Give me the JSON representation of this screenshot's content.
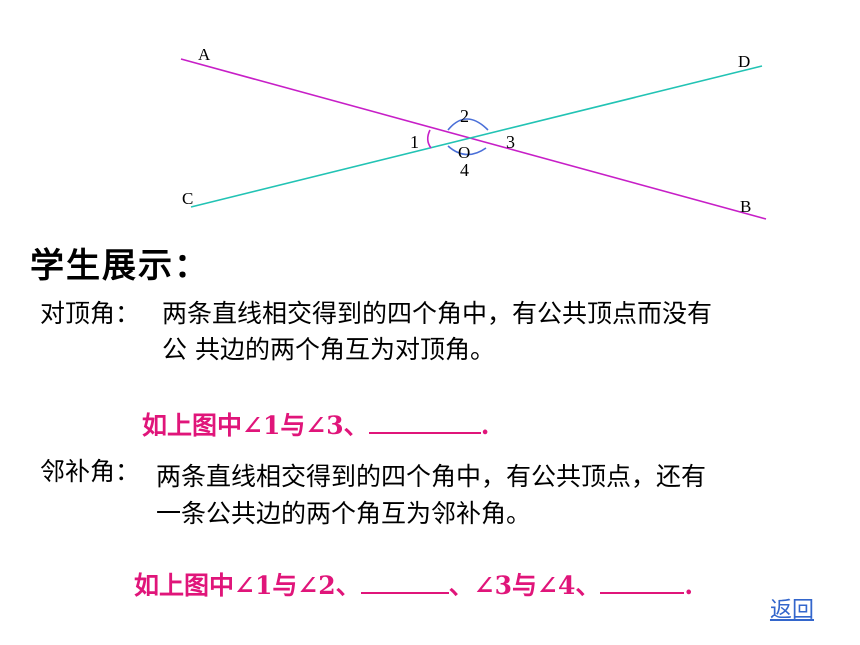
{
  "diagram": {
    "points": {
      "A": "A",
      "B": "B",
      "C": "C",
      "D": "D",
      "O": "O"
    },
    "angles": {
      "a1": "1",
      "a2": "2",
      "a3": "3",
      "a4": "4"
    },
    "colors": {
      "line_ab": "#c71fc7",
      "line_cd": "#22c3b4",
      "arc": "#4a6fd8"
    }
  },
  "section_title": "学生展示：",
  "vertical_angles": {
    "term": "对顶角：",
    "line1": "两条直线相交得到的四个角中，有公共顶点而没有",
    "line2": "公 共边的两个角互为对顶角。",
    "example_prefix": "如上图中∠1与∠3、",
    "example_suffix": "."
  },
  "adjacent_supplementary": {
    "term": "邻补角：",
    "line1": "两条直线相交得到的四个角中，有公共顶点，还有",
    "line2": "一条公共边的两个角互为邻补角。",
    "example_prefix": "如上图中∠1与∠2、",
    "example_sep": "、∠3与∠4、",
    "example_suffix": "."
  },
  "nav": {
    "back": "返回"
  },
  "colors": {
    "example_text": "#e0157a",
    "link": "#3366cc"
  }
}
